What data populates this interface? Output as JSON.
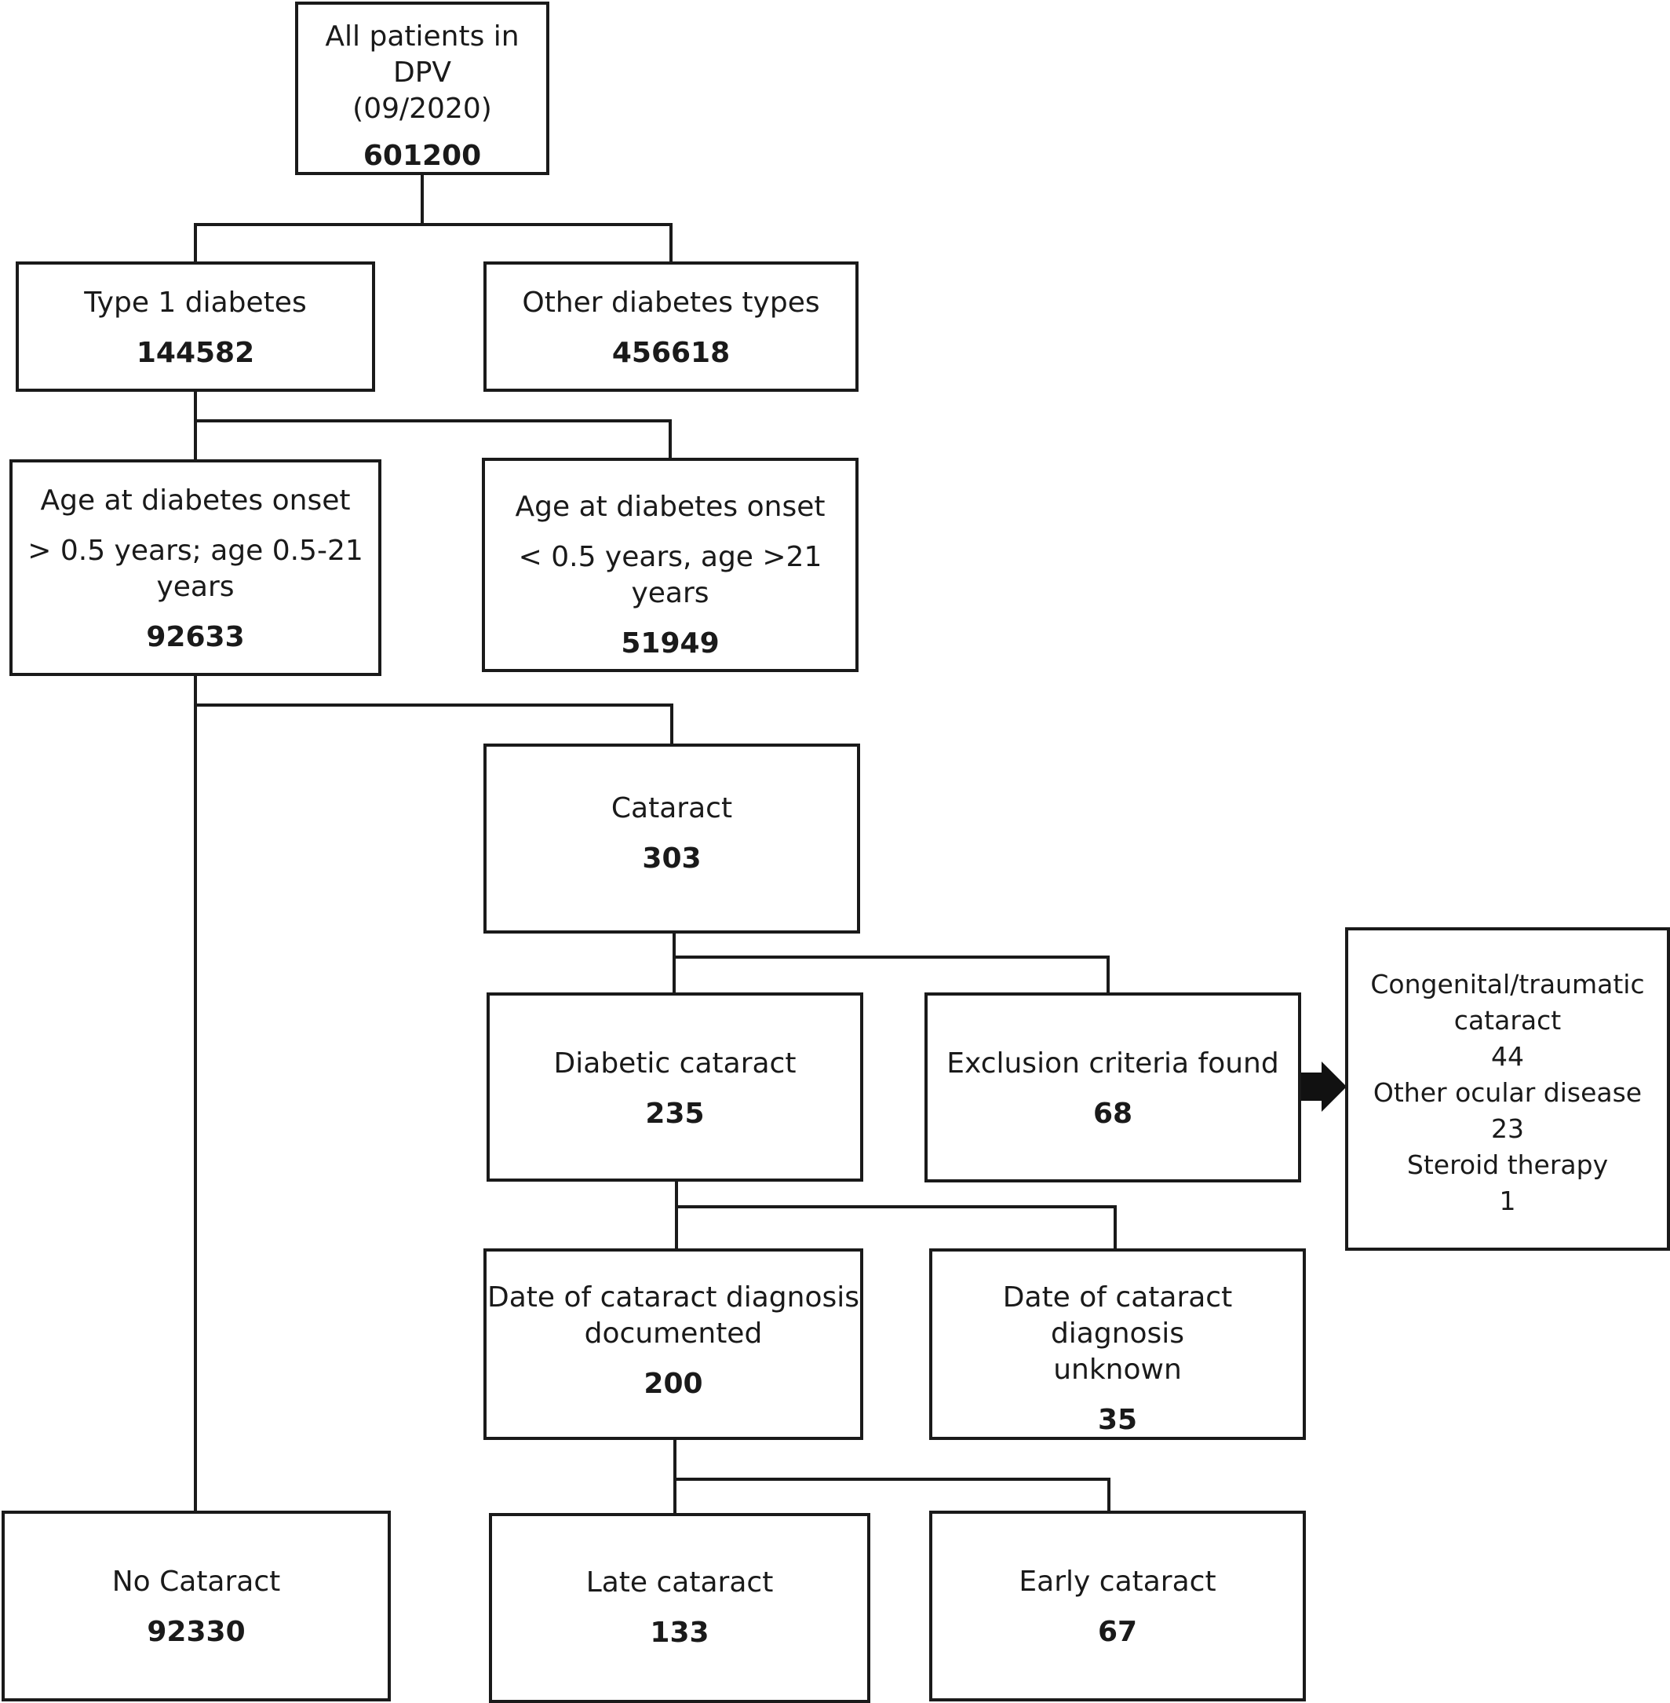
{
  "nodes": {
    "all_patients": {
      "label_line1": "All patients in DPV",
      "label_line2": "(09/2020)",
      "count": "601200"
    },
    "type1": {
      "label": "Type 1 diabetes",
      "count": "144582"
    },
    "other_types": {
      "label": "Other diabetes types",
      "count": "456618"
    },
    "age_included": {
      "label_line1": "Age at diabetes onset",
      "label_line2": "> 0.5 years; age 0.5-21",
      "label_line3": "years",
      "count": "92633"
    },
    "age_excluded": {
      "label_line1": "Age at diabetes onset",
      "label_line2": "< 0.5 years, age >21 years",
      "count": "51949"
    },
    "cataract": {
      "label": "Cataract",
      "count": "303"
    },
    "diabetic_cataract": {
      "label": "Diabetic cataract",
      "count": "235"
    },
    "exclusion": {
      "label": "Exclusion criteria found",
      "count": "68"
    },
    "exclusion_details": {
      "items": [
        {
          "label_line1": "Congenital/traumatic",
          "label_line2": "cataract",
          "count": "44"
        },
        {
          "label_line1": "Other ocular disease",
          "count": "23"
        },
        {
          "label_line1": "Steroid therapy",
          "count": "1"
        }
      ]
    },
    "date_documented": {
      "label_line1": "Date of cataract diagnosis",
      "label_line2": "documented",
      "count": "200"
    },
    "date_unknown": {
      "label_line1": "Date of cataract diagnosis",
      "label_line2": "unknown",
      "count": "35"
    },
    "no_cataract": {
      "label": "No Cataract",
      "count": "92330"
    },
    "late_cataract": {
      "label": "Late cataract",
      "count": "133"
    },
    "early_cataract": {
      "label": "Early cataract",
      "count": "67"
    }
  }
}
